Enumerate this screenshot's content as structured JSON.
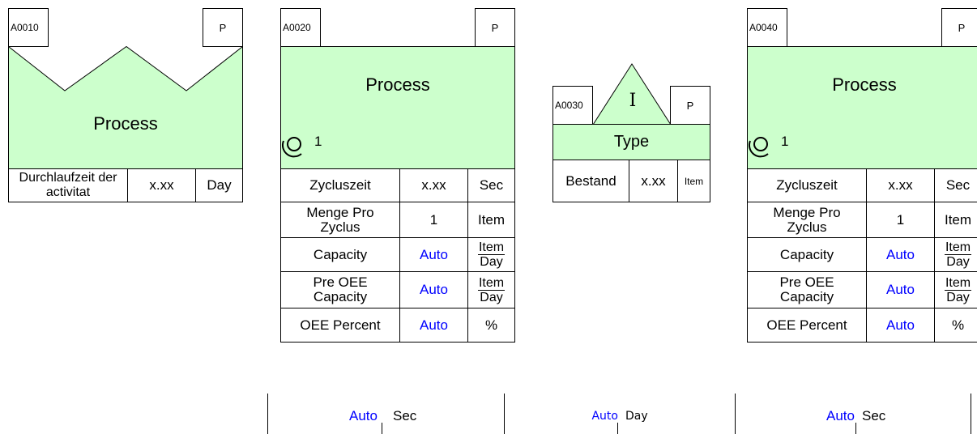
{
  "activities": [
    {
      "id": "A0010",
      "p": "P",
      "title": "Process",
      "rows": [
        {
          "label": "Durchlaufzeit der activitat",
          "value": "x.xx",
          "unit": "Day"
        }
      ]
    },
    {
      "id": "A0020",
      "p": "P",
      "title": "Process",
      "resource_count": "1",
      "rows": [
        {
          "label": "Zycluszeit",
          "value": "x.xx",
          "unit": "Sec"
        },
        {
          "label": "Menge Pro Zyclus",
          "value": "1",
          "unit": "Item"
        },
        {
          "label": "Capacity",
          "value": "Auto",
          "unit_num": "Item",
          "unit_den": "Day"
        },
        {
          "label": "Pre OEE Capacity",
          "value": "Auto",
          "unit_num": "Item",
          "unit_den": "Day"
        },
        {
          "label": "OEE Percent",
          "value": "Auto",
          "unit": "%"
        }
      ]
    },
    {
      "id": "A0030",
      "p": "P",
      "title": "Type",
      "symbol": "I",
      "rows": [
        {
          "label": "Bestand",
          "value": "x.xx",
          "unit": "Item"
        }
      ]
    },
    {
      "id": "A0040",
      "p": "P",
      "title": "Process",
      "resource_count": "1",
      "rows": [
        {
          "label": "Zycluszeit",
          "value": "x.xx",
          "unit": "Sec"
        },
        {
          "label": "Menge Pro Zyclus",
          "value": "1",
          "unit": "Item"
        },
        {
          "label": "Capacity",
          "value": "Auto",
          "unit_num": "Item",
          "unit_den": "Day"
        },
        {
          "label": "Pre OEE Capacity",
          "value": "Auto",
          "unit_num": "Item",
          "unit_den": "Day"
        },
        {
          "label": "OEE Percent",
          "value": "Auto",
          "unit": "%"
        }
      ]
    }
  ],
  "timeline": [
    {
      "value": "Auto",
      "unit": "Sec"
    },
    {
      "value": "Auto",
      "unit": "Day"
    },
    {
      "value": "Auto",
      "unit": "Sec"
    }
  ],
  "colors": {
    "fill": "#ccffcc",
    "auto_text": "#0000ff",
    "stroke": "#000000"
  }
}
